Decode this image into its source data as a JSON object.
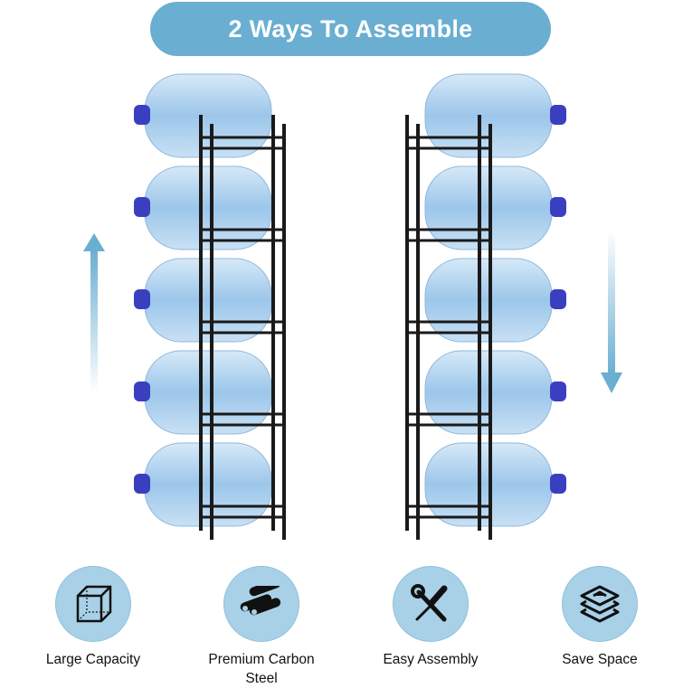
{
  "banner": {
    "title": "2 Ways To Assemble"
  },
  "colors": {
    "accent": "#6aaed1",
    "icon_circle": "#a8d1e8",
    "frame": "#1a1a1a",
    "bottle": "#b9d8f0",
    "cap": "#3a3fc0"
  },
  "arrows": [
    {
      "direction": "up"
    },
    {
      "direction": "down"
    }
  ],
  "features": [
    {
      "label": "Large Capacity",
      "icon": "cube-icon"
    },
    {
      "label": "Premium Carbon Steel",
      "icon": "steel-pipes-icon"
    },
    {
      "label": "Easy Assembly",
      "icon": "tools-icon"
    },
    {
      "label": "Save Space",
      "icon": "stacked-layers-icon"
    }
  ]
}
